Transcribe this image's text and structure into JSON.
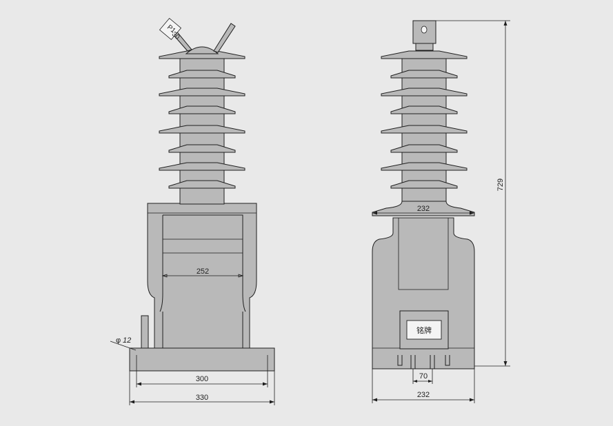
{
  "colors": {
    "background": "#e9e9e9",
    "body": "#b9b9b9",
    "line": "#1e1e1e"
  },
  "front_view": {
    "dim_inner_width": "252",
    "dim_base_holes": "300",
    "dim_base_width": "330",
    "hole_diameter_prefix": "φ",
    "hole_diameter_value": "12",
    "terminal_label_top": "P1",
    "terminal_label_bottom": "30"
  },
  "side_view": {
    "dim_shed_width": "232",
    "dim_height": "729",
    "dim_terminal_spacing": "70",
    "dim_base_width": "232",
    "nameplate": "铭牌"
  }
}
